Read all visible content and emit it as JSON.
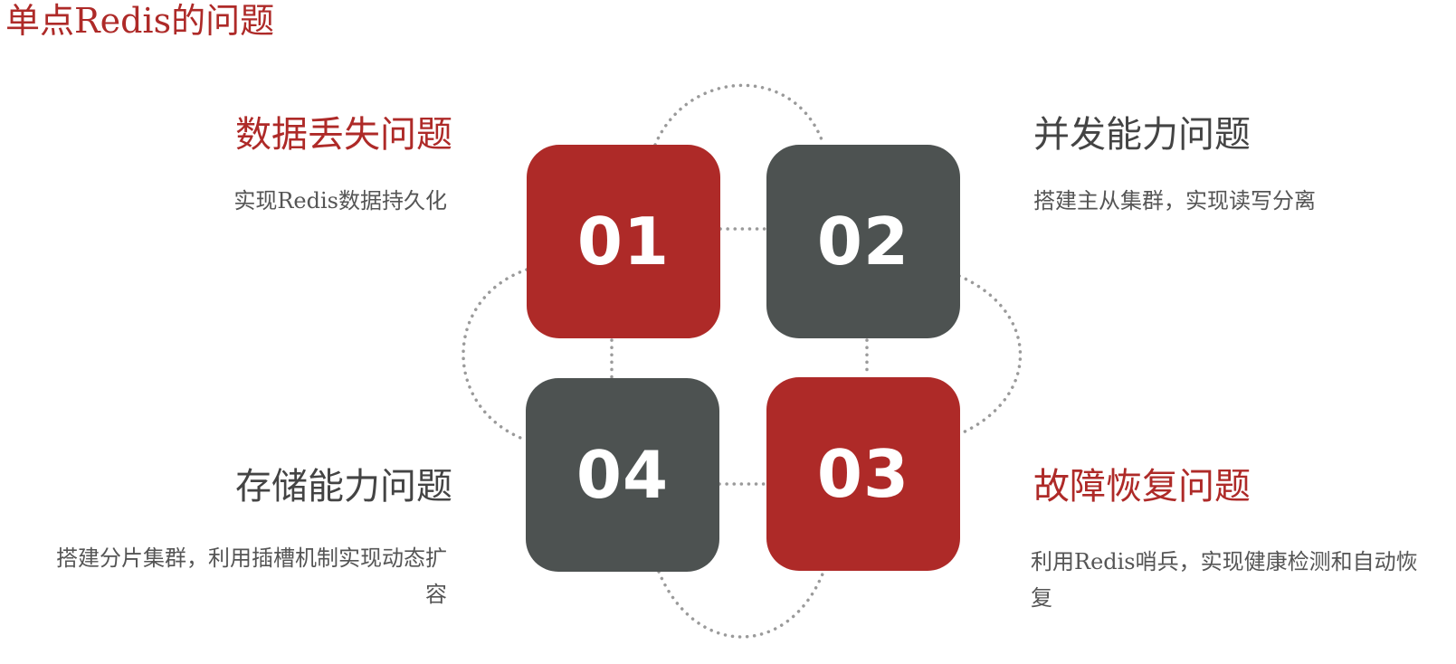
{
  "title": "单点Redis的问题",
  "colors": {
    "accent_red": "#ae2a28",
    "dark_gray": "#4d5251",
    "heading_gray": "#444444",
    "desc_gray": "#555555",
    "dotted_line": "#9a9a9a"
  },
  "tiles": [
    {
      "number": "01",
      "color": "#ae2a28"
    },
    {
      "number": "02",
      "color": "#4d5251"
    },
    {
      "number": "03",
      "color": "#ae2a28"
    },
    {
      "number": "04",
      "color": "#4d5251"
    }
  ],
  "problems": [
    {
      "heading": "数据丢失问题",
      "heading_color": "#ae2a28",
      "description": "实现Redis数据持久化"
    },
    {
      "heading": "并发能力问题",
      "heading_color": "#444444",
      "description": "搭建主从集群，实现读写分离"
    },
    {
      "heading": "故障恢复问题",
      "heading_color": "#ae2a28",
      "description": "利用Redis哨兵，实现健康检测和自动恢复"
    },
    {
      "heading": "存储能力问题",
      "heading_color": "#444444",
      "description": "搭建分片集群，利用插槽机制实现动态扩容"
    }
  ]
}
